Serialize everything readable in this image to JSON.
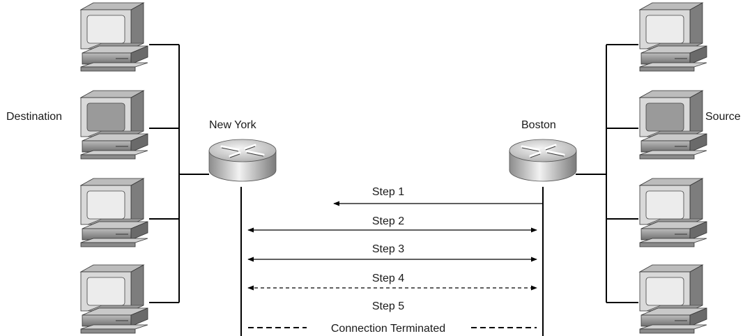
{
  "labels": {
    "destination": "Destination",
    "source": "Source",
    "new_york": "New York",
    "boston": "Boston"
  },
  "steps": [
    {
      "label": "Step 1",
      "arrow": "left",
      "style": "solid"
    },
    {
      "label": "Step 2",
      "arrow": "both",
      "style": "solid"
    },
    {
      "label": "Step 3",
      "arrow": "both",
      "style": "solid"
    },
    {
      "label": "Step 4",
      "arrow": "both",
      "style": "dashed"
    },
    {
      "label": "Step 5",
      "arrow": "none",
      "style": "none"
    }
  ],
  "terminated_label": "Connection Terminated",
  "icons": {
    "computer": "computer-icon",
    "router": "router-icon"
  },
  "colors": {
    "monitor_face": "#dcdcdc",
    "monitor_screen_active": "#9a9a9a",
    "monitor_screen_idle": "#e6e6e6",
    "router_body": "#c8c8c8"
  }
}
